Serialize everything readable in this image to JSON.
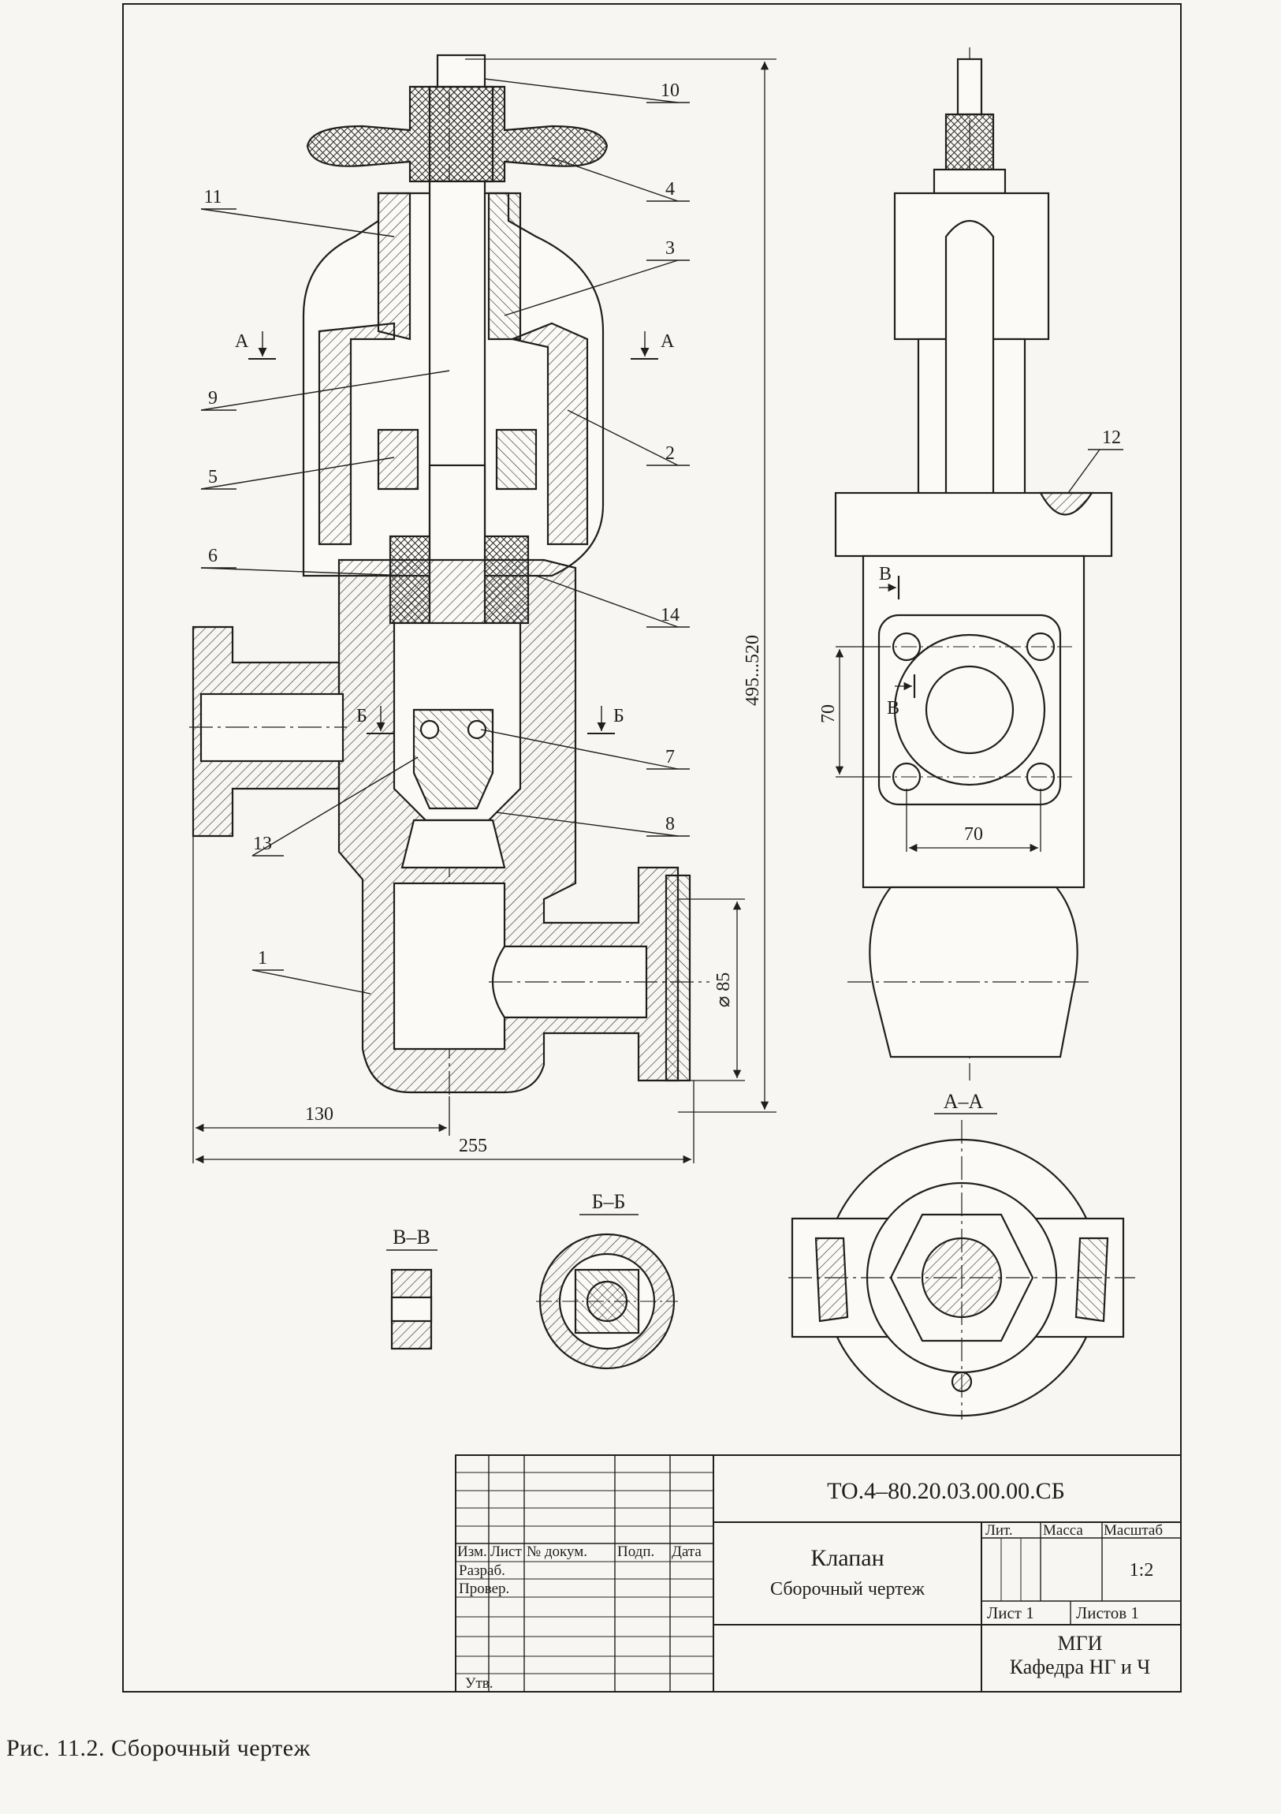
{
  "drawing": {
    "part_numbers": [
      "10",
      "4",
      "3",
      "11",
      "9",
      "2",
      "5",
      "6",
      "14",
      "7",
      "8",
      "13",
      "1",
      "12"
    ],
    "section_marks": {
      "a_left": "А",
      "a_right": "А",
      "b_left": "Б",
      "b_right": "Б",
      "v_top": "В",
      "v_bottom": "В"
    },
    "dimensions": {
      "height": "495...520",
      "width_total": "255",
      "width_half": "130",
      "flange_dia": "⌀ 85",
      "bolt_v": "70",
      "bolt_h": "70"
    },
    "section_titles": {
      "aa": "А–А",
      "bb": "Б–Б",
      "vv": "В–В"
    }
  },
  "title_block": {
    "doc_code": "ТО.4–80.20.03.00.00.СБ",
    "name": "Клапан",
    "subtitle": "Сборочный чертеж",
    "col_izm": "Изм.",
    "col_list": "Лист",
    "col_doc": "№ докум.",
    "col_sign": "Подп.",
    "col_date": "Дата",
    "row_razrab": "Разраб.",
    "row_prover": "Провер.",
    "row_utv": "Утв.",
    "lit": "Лит.",
    "massa": "Масса",
    "masshtab": "Масштаб",
    "scale": "1:2",
    "sheet": "Лист 1",
    "sheets": "Листов 1",
    "org": "МГИ",
    "dept": "Кафедра НГ и Ч"
  },
  "caption": "Рис. 11.2. Сборочный чертеж"
}
